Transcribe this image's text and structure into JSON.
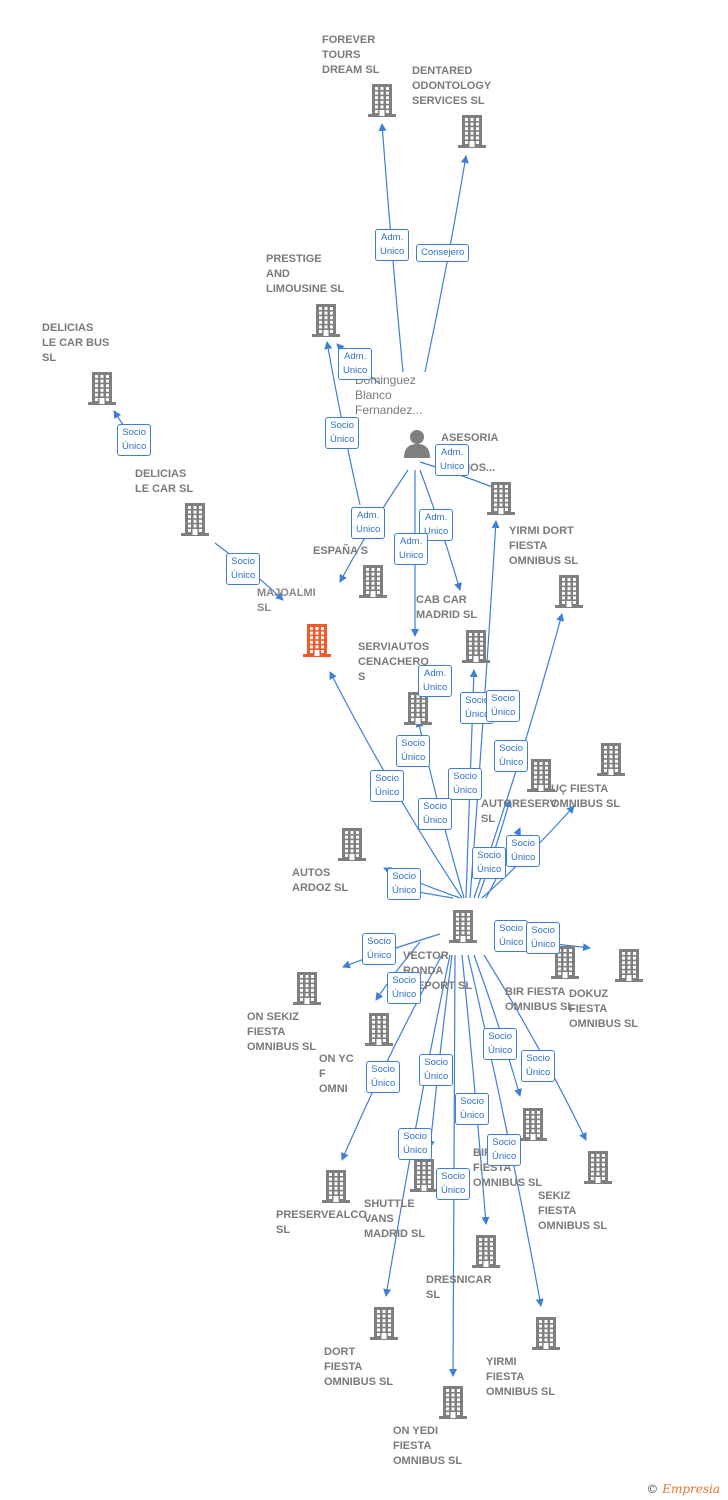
{
  "colors": {
    "edge": "#3d7fd6",
    "node": "#7f7f7f",
    "main": "#f05a2a",
    "label": "#7a7a7a"
  },
  "person": {
    "label": "Dominguez\nBlanco\nFernandez..."
  },
  "nodes": {
    "forever_tours": "FOREVER\nTOURS\nDREAM  SL",
    "dentared": "DENTARED\nODONTOLOGY\nSERVICES SL",
    "prestige": "PRESTIGE\nAND\nLIMOUSINE SL",
    "delicias_bus": "DELICIAS\nLE CAR BUS\nSL",
    "delicias_car": "DELICIAS\nLE CAR  SL",
    "asesoria": "ASESORIA\nDE\nRVICIOS...",
    "espana": "ESPAÑA  S",
    "majoalmi": "MAJOALMI\nSL",
    "yirmi_dort": "YIRMI DORT\nFIESTA\nOMNIBUS  SL",
    "cab_car": "CAB CAR\nMADRID  SL",
    "serviautos": "SERVIAUTOS\nCENACHERO\nS",
    "uc_fiesta": "UÇ FIESTA\nOMNIBUS  SL",
    "autoreserv": "AUTORESERV\nSL",
    "autos_ardoz": "AUTOS\nARDOZ  SL",
    "vector": "VECTOR\nRONDA\nELEPORT  SL",
    "bir_fiesta": "BIR FIESTA\nOMNIBUS  SL",
    "dokuz": "DOKUZ\nFIESTA\nOMNIBUS  SL",
    "on_sekiz": "ON SEKIZ\nFIESTA\nOMNIBUS  SL",
    "on_yc": "ON YC\nF\nOMNI",
    "ikibir": "BIR\nFIESTA\nOMNIBUS  SL",
    "sekiz": "SEKIZ\nFIESTA\nOMNIBUS  SL",
    "preservealco": "PRESERVEALCO\nSL",
    "shuttle": "SHUTTLE\nVANS\nMADRID  SL",
    "dresnicar": "DRESNICAR\nSL",
    "dort_fiesta": "DORT\nFIESTA\nOMNIBUS  SL",
    "yirmi_fiesta": "YIRMI\nFIESTA\nOMNIBUS  SL",
    "on_yedi": "ON YEDI\nFIESTA\nOMNIBUS  SL"
  },
  "roles": {
    "adm_unico": "Adm.\nUnico",
    "consejero": "Consejero",
    "socio_unico": "Socio\nÚnico"
  },
  "footer": {
    "copyright": "©",
    "brand": "Empresia"
  }
}
